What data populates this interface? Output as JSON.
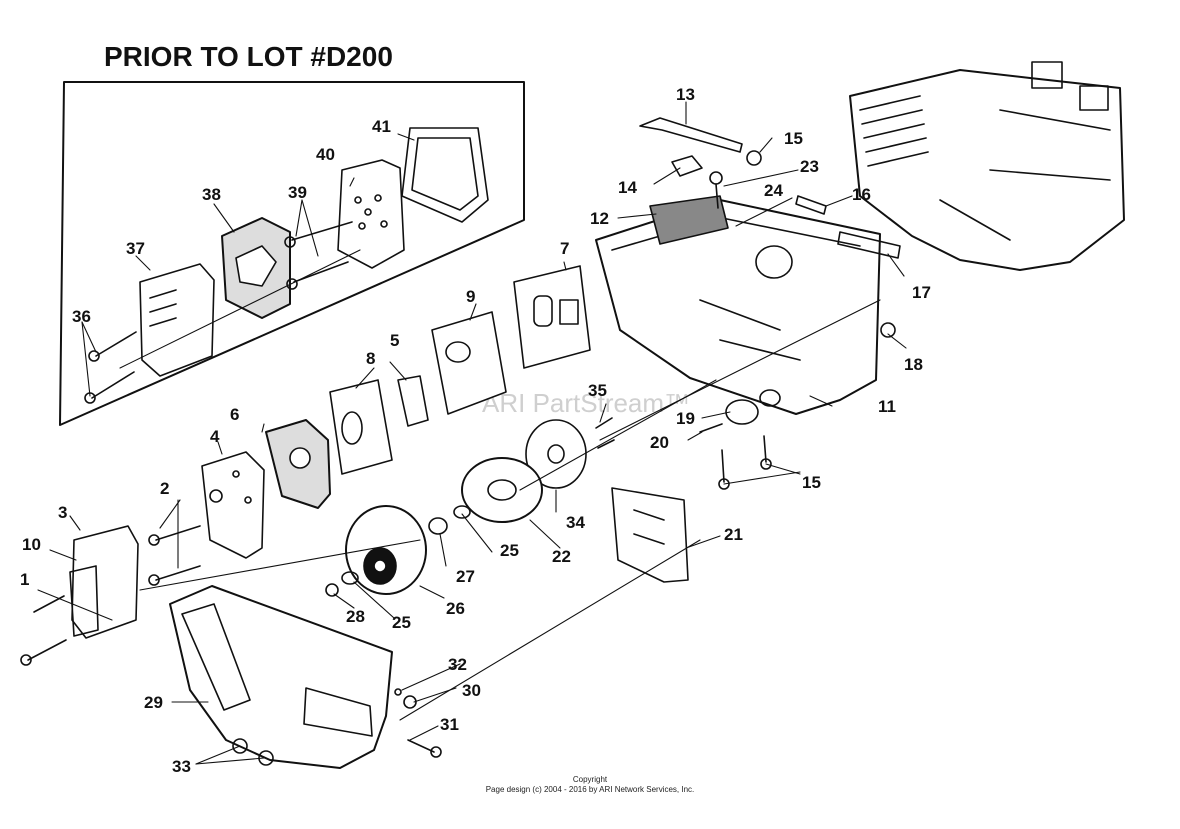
{
  "title": "PRIOR TO LOT #D200",
  "watermark": "ARI PartStream™",
  "footer": {
    "line1": "Copyright",
    "line2": "Page design (c) 2004 - 2016 by ARI Network Services, Inc."
  },
  "callouts": {
    "c1": "1",
    "c2": "2",
    "c3": "3",
    "c4": "4",
    "c5": "5",
    "c6": "6",
    "c7": "7",
    "c8": "8",
    "c9": "9",
    "c10": "10",
    "c11": "11",
    "c12": "12",
    "c13": "13",
    "c14": "14",
    "c15a": "15",
    "c15b": "15",
    "c16": "16",
    "c17": "17",
    "c18": "18",
    "c19": "19",
    "c20": "20",
    "c21": "21",
    "c22": "22",
    "c23": "23",
    "c24": "24",
    "c25a": "25",
    "c25b": "25",
    "c26": "26",
    "c27": "27",
    "c28": "28",
    "c29": "29",
    "c30": "30",
    "c31": "31",
    "c32": "32",
    "c33": "33",
    "c34": "34",
    "c35": "35",
    "c36": "36",
    "c37": "37",
    "c38": "38",
    "c39": "39",
    "c40": "40",
    "c41": "41"
  }
}
